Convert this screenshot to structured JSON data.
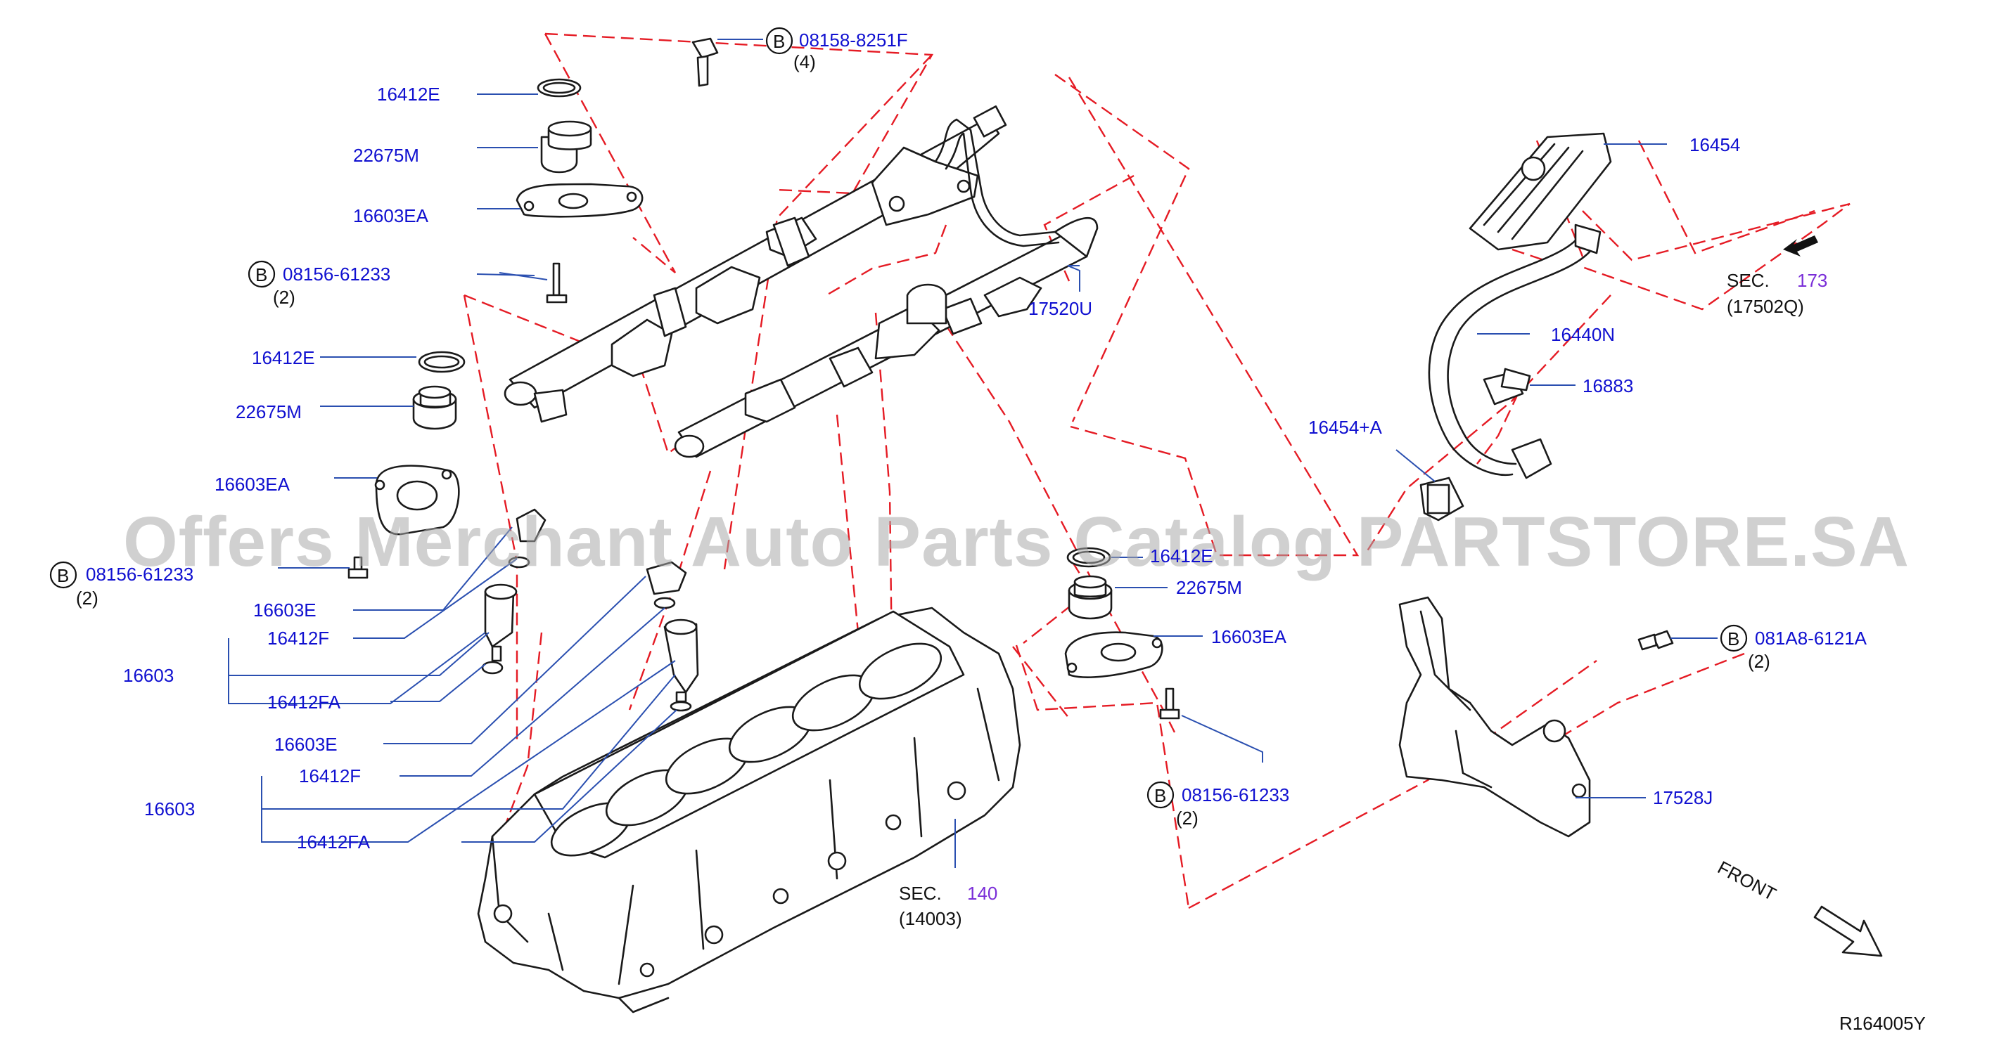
{
  "watermark": "Offers Merchant Auto Parts Catalog PARTSTORE.SA",
  "diagram_code": "R164005Y",
  "front_label": "FRONT",
  "bolt_symbol": "B",
  "labels": {
    "p16412E_top": "16412E",
    "p22675M_top": "22675M",
    "p16603EA_top": "16603EA",
    "bolt_08156_top_code": "08156-61233",
    "bolt_08156_top_qty": "(2)",
    "p16412E_mid": "16412E",
    "p22675M_mid": "22675M",
    "p16603EA_mid": "16603EA",
    "bolt_08156_mid_code": "08156-61233",
    "bolt_08156_mid_qty": "(2)",
    "p16603E_a": "16603E",
    "p16412F_a": "16412F",
    "p16603_a": "16603",
    "p16412FA_a": "16412FA",
    "p16603E_b": "16603E",
    "p16412F_b": "16412F",
    "p16603_b": "16603",
    "p16412FA_b": "16412FA",
    "bolt_08158_code": "08158-8251F",
    "bolt_08158_qty": "(4)",
    "p17520U": "17520U",
    "p16412E_right": "16412E",
    "p22675M_right": "22675M",
    "p16603EA_right": "16603EA",
    "bolt_08156_right_code": "08156-61233",
    "bolt_08156_right_qty": "(2)",
    "sec140_prefix": "SEC.",
    "sec140_num": "140",
    "sec140_sub": "(14003)",
    "p16454": "16454",
    "sec173_prefix": "SEC.",
    "sec173_num": "173",
    "sec173_sub": "(17502Q)",
    "p16440N": "16440N",
    "p16883": "16883",
    "p16454A": "16454+A",
    "bolt_081A8_code": "081A8-6121A",
    "bolt_081A8_qty": "(2)",
    "p17528J": "17528J"
  },
  "colors": {
    "part_number_text": "#1010d0",
    "section_number_text": "#7a2ed8",
    "leader_line": "#2a4fb0",
    "dashed_guide": "#e51b24",
    "watermark": "#a9a9a9"
  }
}
